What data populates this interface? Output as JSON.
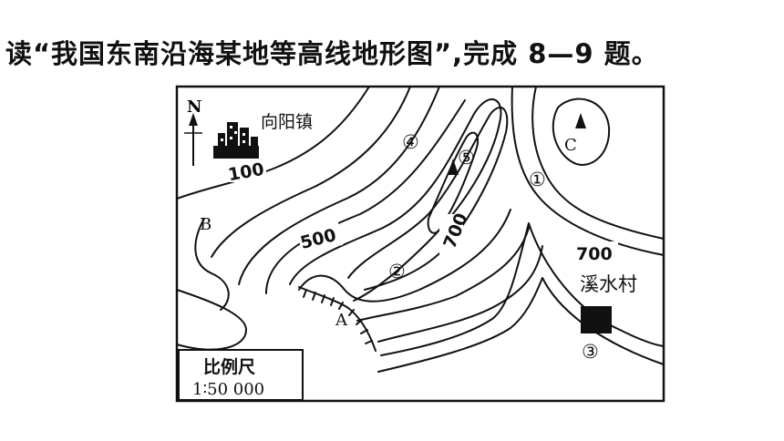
{
  "question": "读“我国东南沿海某地等高线地形图”,完成 8—9 题。",
  "map": {
    "north_label": "N",
    "town_label": "向阳镇",
    "village_label": "溪水村",
    "point_labels": {
      "a": "A",
      "b": "B",
      "c": "C"
    },
    "contour_labels": {
      "c100": "100",
      "c500": "500",
      "c700_center": "700",
      "c700_right": "700"
    },
    "circled_labels": {
      "n1": "①",
      "n2": "②",
      "n3": "③",
      "n4": "④",
      "n5": "⑤"
    },
    "scale_title": "比例尺",
    "scale_value": "1∶50 000",
    "line_color": "#111111"
  }
}
